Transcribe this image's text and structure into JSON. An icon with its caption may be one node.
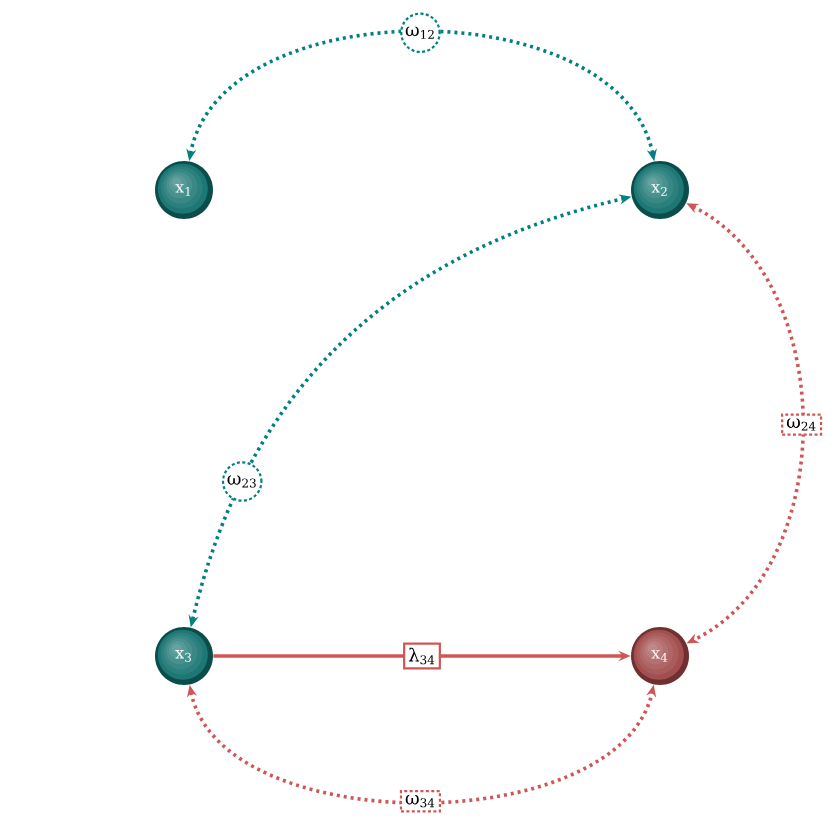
{
  "diagram": {
    "nodes": [
      {
        "text": [
          "x$_{1}$"
        ]
      },
      {
        "text": [
          "x$_{2}$"
        ]
      },
      {
        "text": [
          "x$_{3}$"
        ]
      },
      {
        "text": [
          "x$_{4}$"
        ]
      }
    ],
    "edges": [
      {
        "from": 0,
        "to": 1,
        "arrow": "both",
        "label": "ω$_{12}$",
        "style": "dashed",
        "color": "#008080"
      },
      {
        "from": 1,
        "to": 2,
        "arrow": "both",
        "label": "ω$_{23}$",
        "style": "dashed",
        "color": "#008080"
      },
      {
        "from": 1,
        "to": 3,
        "arrow": "both",
        "label": "ω$_{24}$",
        "style": "dashed"
      },
      {
        "from": 2,
        "to": 3,
        "arrow": "to",
        "label": "λ$_{34}$"
      },
      {
        "from": 2,
        "to": 3,
        "arrow": "both",
        "label": "ω$_{34}$",
        "style": "dashed"
      }
    ]
  }
}
